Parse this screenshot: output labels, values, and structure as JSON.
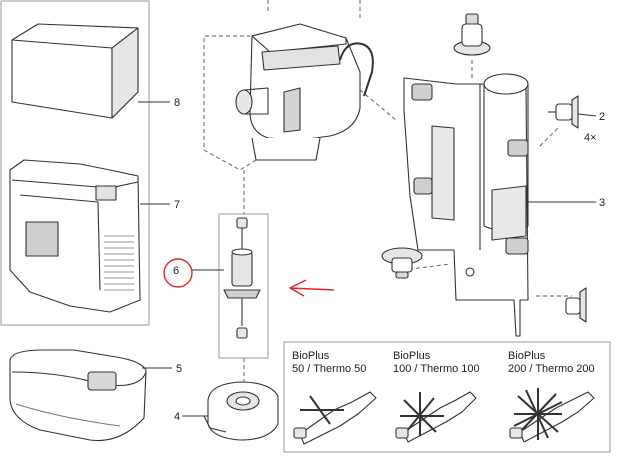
{
  "callouts": {
    "c1": "8",
    "c2": "7",
    "c3": "5",
    "c4": "4",
    "c5": "6",
    "c6": "2",
    "c7": "4×",
    "c8": "3"
  },
  "impellers": [
    {
      "model": "BioPlus",
      "size": "50 / Thermo 50"
    },
    {
      "model": "BioPlus",
      "size": "100 / Thermo 100"
    },
    {
      "model": "BioPlus",
      "size": "200 / Thermo 200"
    }
  ],
  "colors": {
    "line": "#333333",
    "fill": "#ffffff",
    "shade": "#d9d9d9",
    "dash": "#555555",
    "annotation": "#e8242a"
  }
}
